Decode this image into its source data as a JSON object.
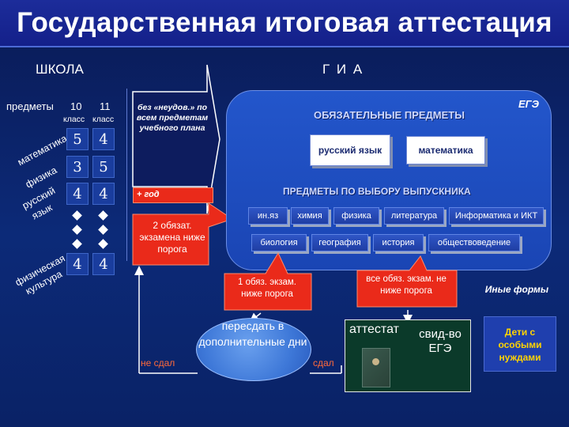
{
  "title": "Государственная итоговая аттестация",
  "school_label": "ШКОЛА",
  "gia_label": "Г И А",
  "table": {
    "subjects_label": "предметы",
    "col10": "10",
    "col11": "11",
    "class_label_1": "класс",
    "class_label_2": "класс",
    "rows": [
      {
        "name": "математика",
        "g10": "5",
        "g11": "4"
      },
      {
        "name": "физика",
        "g10": "3",
        "g11": "5"
      },
      {
        "name": "русский язык",
        "g10": "4",
        "g11": "4"
      },
      {
        "name": "физическая культура",
        "g10": "4",
        "g11": "4"
      }
    ],
    "rot_math": "математика",
    "rot_phys": "физика",
    "rot_rus1": "русский",
    "rot_rus2": "язык",
    "rot_fk1": "физическая",
    "rot_fk2": "культура"
  },
  "arrow_note": "без «неудов.» по всем предметам учебного плана",
  "plus_year": "+ год",
  "two_fails": "2 обязат. экзамена ниже порога",
  "ege": {
    "label": "ЕГЭ",
    "mandatory_title": "ОБЯЗАТЕЛЬНЫЕ ПРЕДМЕТЫ",
    "russian": "русский язык",
    "math": "математика",
    "elective_title": "ПРЕДМЕТЫ ПО ВЫБОРУ ВЫПУСКНИКА",
    "electives_row1": [
      "ин.яз",
      "химия",
      "физика",
      "литература",
      "Информатика и ИКТ"
    ],
    "electives_row2": [
      "биология",
      "география",
      "история",
      "обществоведение"
    ]
  },
  "one_fail": "1 обяз. экзам. ниже порога",
  "all_pass": "все обяз. экзам. не ниже порога",
  "retake": "пересдать в дополнительные дни",
  "not_passed": "не сдал",
  "passed": "сдал",
  "certificate": "аттестат",
  "ege_cert": "свид-во ЕГЭ",
  "other_forms": "Иные формы",
  "special_needs": "Дети с особыми нуждами",
  "colors": {
    "background": "#0c2a78",
    "title_bar": "#1c2c9a",
    "ege_panel": "#1d4fc0",
    "result_box": "#0b3a2a",
    "retake_ellipse": "#3e78d8"
  }
}
